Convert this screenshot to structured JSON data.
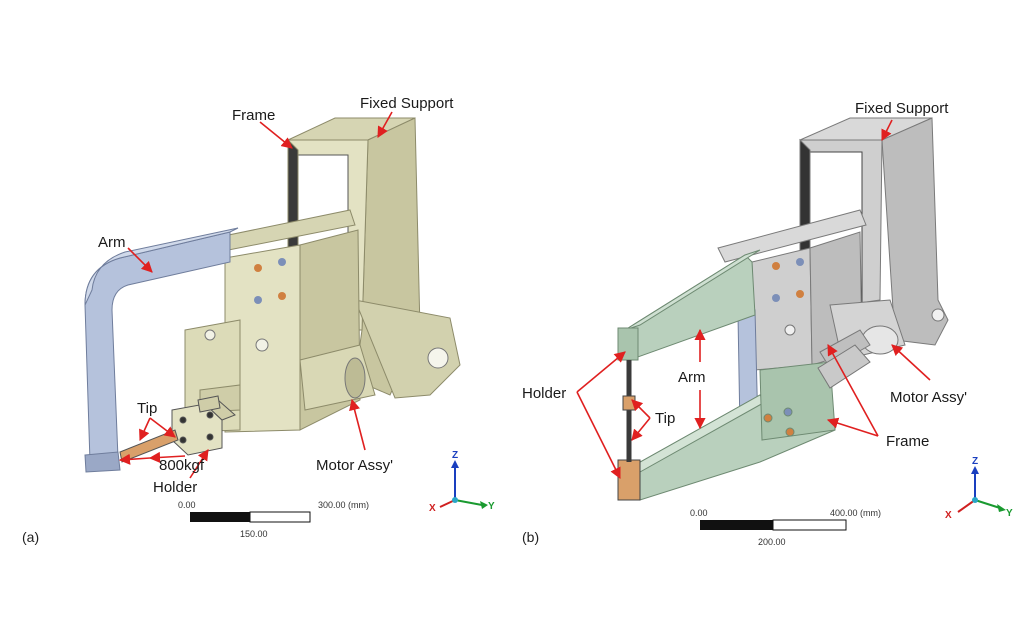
{
  "panel_a": {
    "tag": "(a)",
    "labels": {
      "frame": "Frame",
      "fixed_support": "Fixed Support",
      "arm": "Arm",
      "tip": "Tip",
      "force": "800kgf",
      "holder": "Holder",
      "motor": "Motor Assy'"
    },
    "scale": {
      "start": "0.00",
      "end": "300.00 (mm)",
      "mid": "150.00"
    },
    "axes": {
      "z": "Z",
      "x": "X",
      "y": "Y"
    }
  },
  "panel_b": {
    "tag": "(b)",
    "labels": {
      "fixed_support": "Fixed Support",
      "holder": "Holder",
      "arm": "Arm",
      "tip": "Tip",
      "motor": "Motor Assy'",
      "frame": "Frame"
    },
    "scale": {
      "start": "0.00",
      "end": "400.00 (mm)",
      "mid": "200.00"
    },
    "axes": {
      "z": "Z",
      "x": "X",
      "y": "Y"
    }
  },
  "colors": {
    "frame_a": "#e3e2c3",
    "frame_a_dark": "#c8c6a0",
    "arm_a": "#b5c2dc",
    "gray_b": "#cfcfcf",
    "green_b": "#b9d0bd",
    "annotation": "#e02020"
  }
}
